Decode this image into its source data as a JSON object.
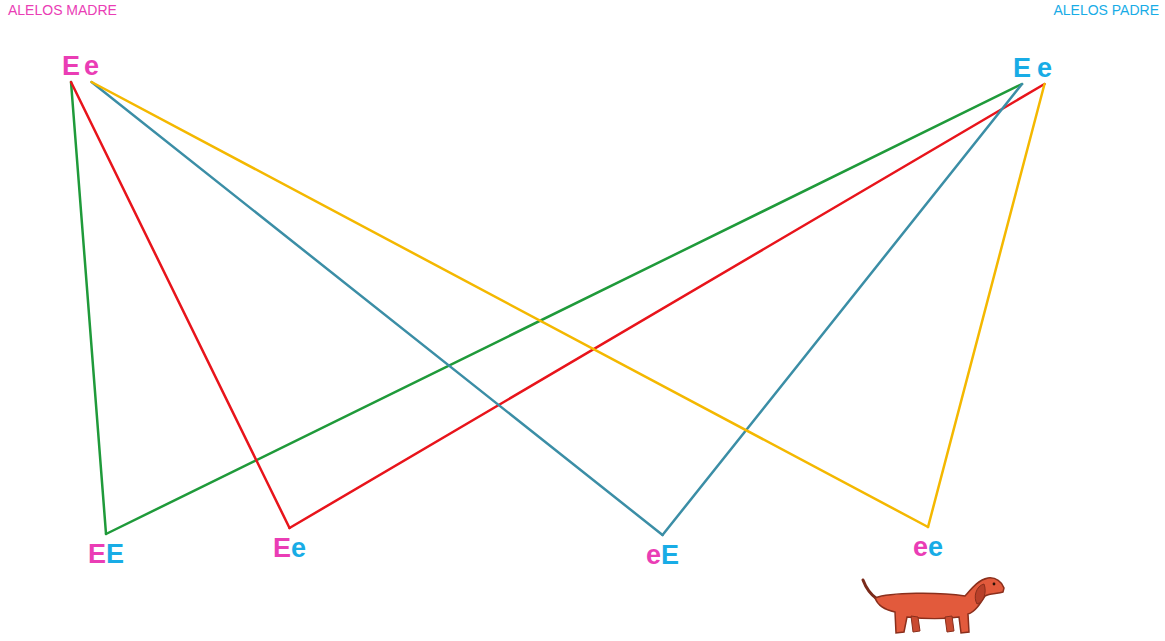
{
  "diagram": {
    "nodes": [
      {
        "text": [
          "E"
        ]
      },
      {
        "text": [
          "e"
        ]
      },
      {
        "text": [
          "E"
        ]
      },
      {
        "text": [
          "e"
        ]
      },
      {
        "text": [
          "E",
          "E"
        ]
      },
      {
        "text": [
          "E",
          "e"
        ]
      },
      {
        "text": [
          "e",
          "E"
        ]
      },
      {
        "text": [
          "e",
          "e"
        ]
      }
    ],
    "edges": [
      {
        "from": 0,
        "to": 4,
        "arrow": "none"
      },
      {
        "from": 2,
        "to": 4,
        "arrow": "none"
      },
      {
        "from": 0,
        "to": 5,
        "arrow": "none"
      },
      {
        "from": 3,
        "to": 5,
        "arrow": "none"
      },
      {
        "from": 1,
        "to": 6,
        "arrow": "none"
      },
      {
        "from": 2,
        "to": 6,
        "arrow": "none"
      },
      {
        "from": 1,
        "to": 7,
        "arrow": "none"
      },
      {
        "from": 3,
        "to": 7,
        "arrow": "none"
      }
    ],
    "labels": [
      "ALELOS MADRE",
      "ALELOS PADRE"
    ]
  }
}
